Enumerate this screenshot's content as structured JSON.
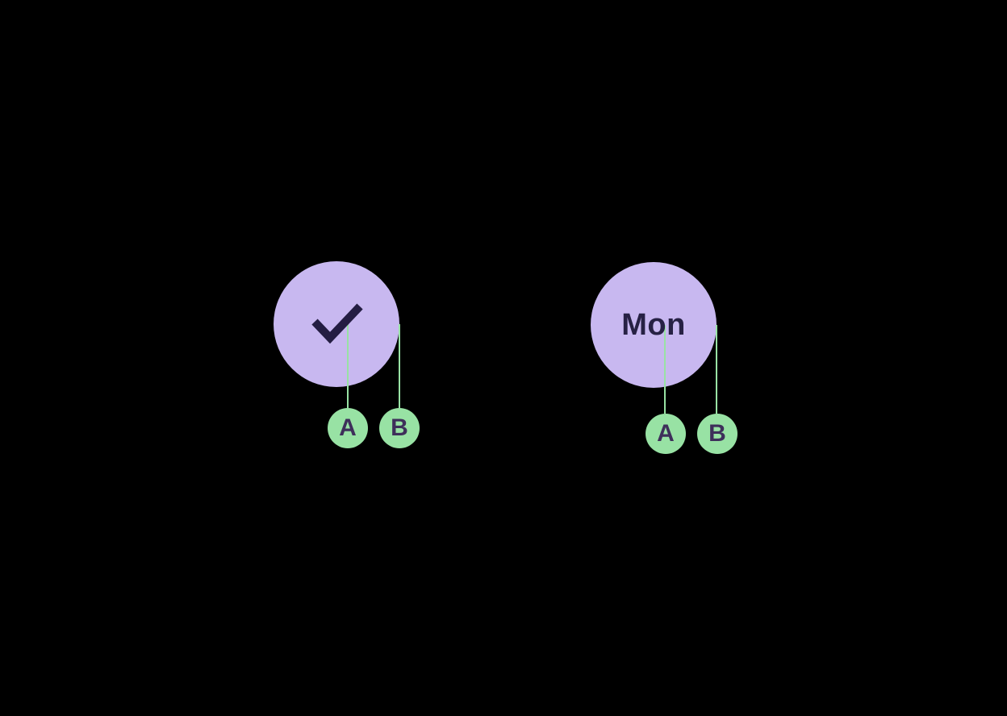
{
  "diagram": {
    "background": "#000000",
    "palette": {
      "node_fill": "#c8b8f0",
      "check_icon_color": "#241d42",
      "node_label_color": "#272144",
      "callout_fill": "#98e2a4",
      "callout_line": "#98e2a4",
      "callout_text": "#3e2f5a"
    },
    "nodes": [
      {
        "id": "checked-node",
        "icon": "checkmark",
        "callouts": [
          {
            "label": "A"
          },
          {
            "label": "B"
          }
        ]
      },
      {
        "id": "mon-node",
        "label": "Mon",
        "callouts": [
          {
            "label": "A"
          },
          {
            "label": "B"
          }
        ]
      }
    ]
  }
}
